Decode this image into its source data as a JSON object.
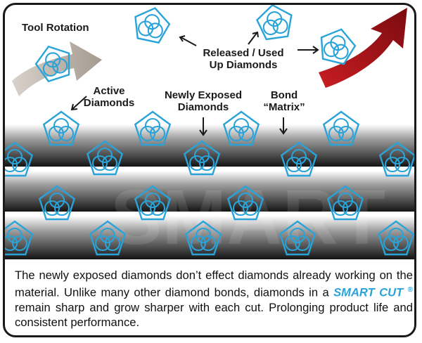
{
  "labels": {
    "tool_rotation": "Tool Rotation",
    "released_line1": "Released / Used",
    "released_line2": "Up Diamonds",
    "active_line1": "Active",
    "active_line2": "Diamonds",
    "newly_line1": "Newly Exposed",
    "newly_line2": "Diamonds",
    "bond_line1": "Bond",
    "bond_line2": "“Matrix”"
  },
  "caption": {
    "part1": "The newly exposed diamonds don’t effect diamonds already working on the material. Unlike many other diamond bonds, diamonds in a ",
    "brand": "SMART CUT",
    "reg": "®",
    "part2": " remain sharp and grow sharper with each cut. Prolonging product life and consistent performance."
  },
  "watermark": "SMART",
  "colors": {
    "diamond": "#2aa3d8",
    "red_arrow": "#a3141a",
    "gray_arrow": "#b9b1a8"
  },
  "icons": [
    "diamond-icon",
    "rotation-arrow-icon"
  ]
}
